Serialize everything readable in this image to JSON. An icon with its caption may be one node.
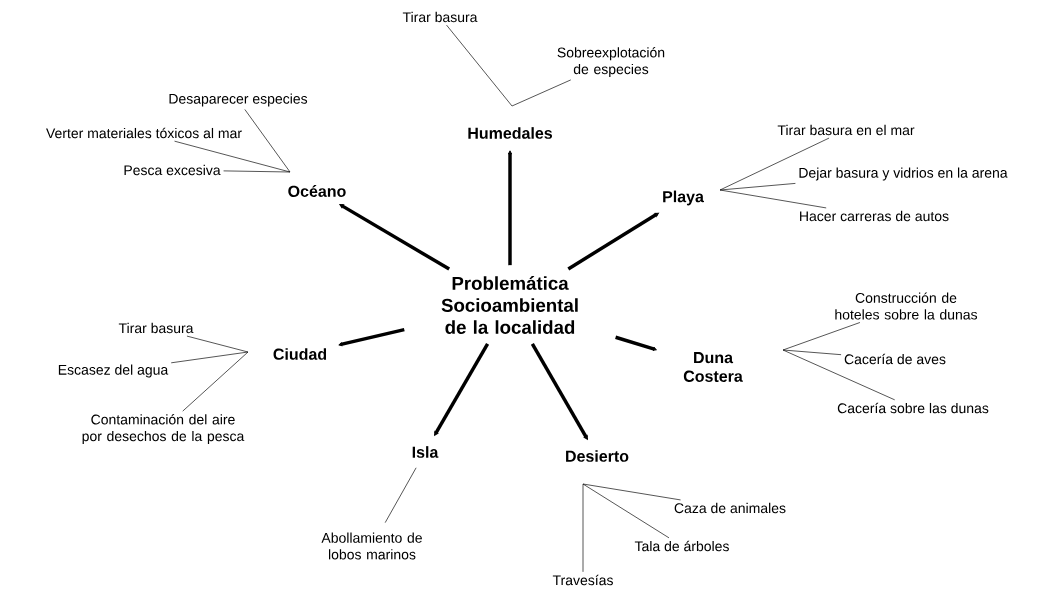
{
  "diagram": {
    "nodes": [
      {
        "text": [
          "Problemática Socioambiental de la localidad"
        ]
      },
      {
        "text": [
          "Humedales"
        ]
      },
      {
        "text": [
          "Océano"
        ]
      },
      {
        "text": [
          "Playa"
        ]
      },
      {
        "text": [
          "Ciudad"
        ]
      },
      {
        "text": [
          "Duna Costera"
        ]
      },
      {
        "text": [
          "Isla"
        ]
      },
      {
        "text": [
          "Desierto"
        ]
      },
      {
        "text": [
          "Tirar basura"
        ]
      },
      {
        "text": [
          "Sobreexplotación de especies"
        ]
      },
      {
        "text": [
          "Desaparecer especies"
        ]
      },
      {
        "text": [
          "Verter materiales tóxicos al mar"
        ]
      },
      {
        "text": [
          "Pesca excesiva"
        ]
      },
      {
        "text": [
          "Tirar basura en el mar"
        ]
      },
      {
        "text": [
          "Dejar basura y vidrios en la arena"
        ]
      },
      {
        "text": [
          "Hacer carreras de autos"
        ]
      },
      {
        "text": [
          "Tirar basura"
        ]
      },
      {
        "text": [
          "Escasez del agua"
        ]
      },
      {
        "text": [
          "Contaminación del aire por desechos de la pesca"
        ]
      },
      {
        "text": [
          "Construcción de hoteles sobre la dunas"
        ]
      },
      {
        "text": [
          "Cacería de aves"
        ]
      },
      {
        "text": [
          "Cacería sobre las dunas"
        ]
      },
      {
        "text": [
          "Abollamiento de lobos marinos"
        ]
      },
      {
        "text": [
          "Caza de animales"
        ]
      },
      {
        "text": [
          "Tala de árboles"
        ]
      },
      {
        "text": [
          "Travesías"
        ]
      }
    ],
    "edges": [
      {
        "from": 0,
        "to": 1,
        "arrow": "to",
        "style": "thick"
      },
      {
        "from": 0,
        "to": 2,
        "arrow": "to",
        "style": "thick"
      },
      {
        "from": 0,
        "to": 3,
        "arrow": "to",
        "style": "thick"
      },
      {
        "from": 0,
        "to": 4,
        "arrow": "to",
        "style": "thick"
      },
      {
        "from": 0,
        "to": 5,
        "arrow": "to",
        "style": "thick"
      },
      {
        "from": 0,
        "to": 6,
        "arrow": "to",
        "style": "thick"
      },
      {
        "from": 0,
        "to": 7,
        "arrow": "to",
        "style": "thick"
      },
      {
        "from": 1,
        "to": 8,
        "arrow": "none"
      },
      {
        "from": 1,
        "to": 9,
        "arrow": "none"
      },
      {
        "from": 2,
        "to": 10,
        "arrow": "none"
      },
      {
        "from": 2,
        "to": 11,
        "arrow": "none"
      },
      {
        "from": 2,
        "to": 12,
        "arrow": "none"
      },
      {
        "from": 3,
        "to": 13,
        "arrow": "none"
      },
      {
        "from": 3,
        "to": 14,
        "arrow": "none"
      },
      {
        "from": 3,
        "to": 15,
        "arrow": "none"
      },
      {
        "from": 4,
        "to": 16,
        "arrow": "none"
      },
      {
        "from": 4,
        "to": 17,
        "arrow": "none"
      },
      {
        "from": 4,
        "to": 18,
        "arrow": "none"
      },
      {
        "from": 5,
        "to": 19,
        "arrow": "none"
      },
      {
        "from": 5,
        "to": 20,
        "arrow": "none"
      },
      {
        "from": 5,
        "to": 21,
        "arrow": "none"
      },
      {
        "from": 6,
        "to": 22,
        "arrow": "none"
      },
      {
        "from": 7,
        "to": 23,
        "arrow": "none"
      },
      {
        "from": 7,
        "to": 24,
        "arrow": "none"
      },
      {
        "from": 7,
        "to": 25,
        "arrow": "none"
      }
    ]
  }
}
